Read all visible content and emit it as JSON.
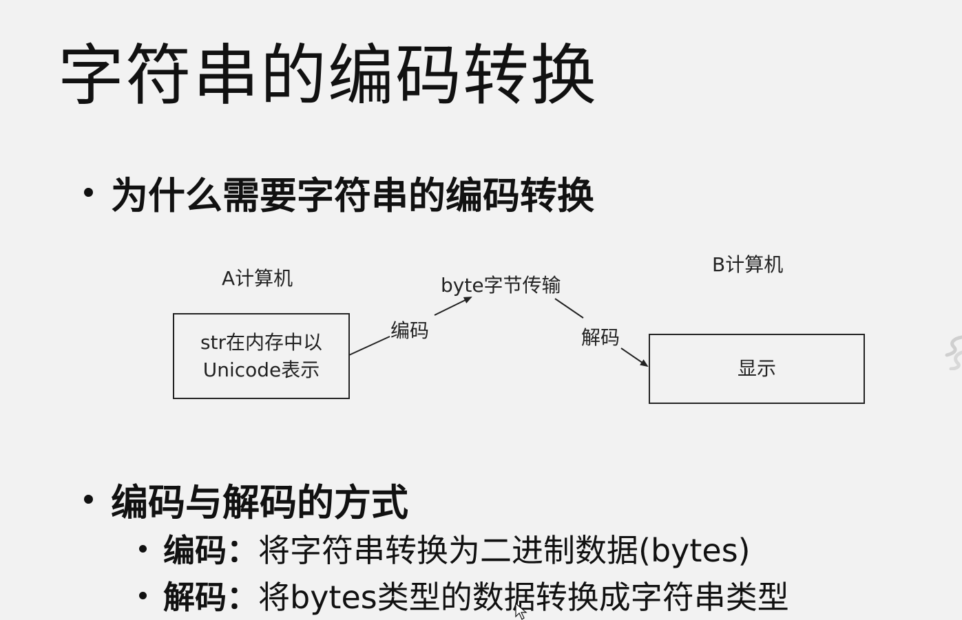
{
  "title": "字符串的编码转换",
  "section1": {
    "heading": "为什么需要字符串的编码转换"
  },
  "diagram": {
    "computer_a": "A计算机",
    "computer_b": "B计算机",
    "box_a_line1": "str在内存中以",
    "box_a_line2": "Unicode表示",
    "box_b": "显示",
    "transfer": "byte字节传输",
    "encode": "编码",
    "decode": "解码"
  },
  "section2": {
    "heading": "编码与解码的方式",
    "items": [
      {
        "term": "编码：",
        "text": "将字符串转换为二进制数据(bytes)"
      },
      {
        "term": "解码：",
        "text": "将bytes类型的数据转换成字符串类型"
      }
    ]
  }
}
